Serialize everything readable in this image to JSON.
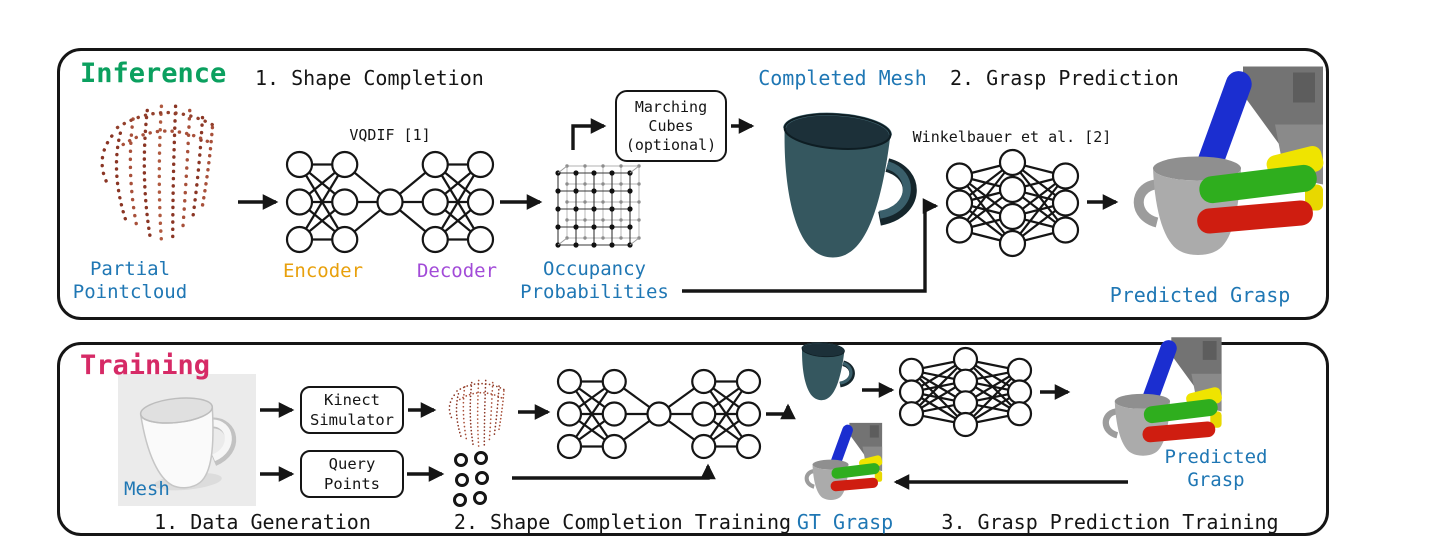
{
  "colors": {
    "inference_green": "#0ba05f",
    "training_pink": "#d62a66",
    "label_blue": "#1f77b4",
    "encoder_orange": "#e8a00c",
    "decoder_purple": "#a24bd8",
    "arrow_black": "#151515"
  },
  "inference": {
    "title": "Inference",
    "step1_heading": "1. Shape Completion",
    "step2_heading": "2. Grasp Prediction",
    "partial_pointcloud_label_line1": "Partial",
    "partial_pointcloud_label_line2": "Pointcloud",
    "vqdif_label": "VQDIF [1]",
    "encoder_label": "Encoder",
    "decoder_label": "Decoder",
    "occupancy_label_line1": "Occupancy",
    "occupancy_label_line2": "Probabilities",
    "marching_cubes_line1": "Marching",
    "marching_cubes_line2": "Cubes",
    "marching_cubes_line3": "(optional)",
    "completed_mesh_label": "Completed Mesh",
    "grasp_method_label": "Winkelbauer et al. [2]",
    "predicted_grasp_label": "Predicted Grasp"
  },
  "training": {
    "title": "Training",
    "mesh_label": "Mesh",
    "kinect_box_line1": "Kinect",
    "kinect_box_line2": "Simulator",
    "query_box_line1": "Query",
    "query_box_line2": "Points",
    "step1_caption": "1. Data Generation",
    "step2_caption": "2. Shape Completion Training",
    "gt_grasp_label": "GT Grasp",
    "step3_caption": "3. Grasp Prediction Training",
    "predicted_grasp_label_line1": "Predicted",
    "predicted_grasp_label_line2": "Grasp"
  }
}
